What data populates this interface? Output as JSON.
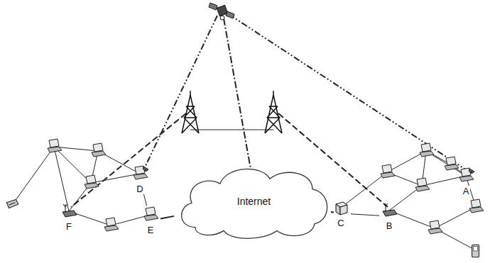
{
  "diagram": {
    "nodes": [
      {
        "text": [
          "D"
        ]
      },
      {
        "text": [
          "F"
        ]
      },
      {
        "text": [
          "E"
        ]
      },
      {
        "text": [
          "Internet"
        ]
      },
      {
        "text": [
          "C"
        ]
      },
      {
        "text": [
          "B"
        ]
      },
      {
        "text": [
          "A"
        ]
      }
    ],
    "edges": [
      {
        "from": 0,
        "to": 2,
        "arrow": "none"
      },
      {
        "from": 2,
        "to": 3,
        "arrow": "none"
      },
      {
        "from": 3,
        "to": 4,
        "arrow": "none"
      },
      {
        "from": 4,
        "to": 5,
        "arrow": "none"
      }
    ]
  }
}
